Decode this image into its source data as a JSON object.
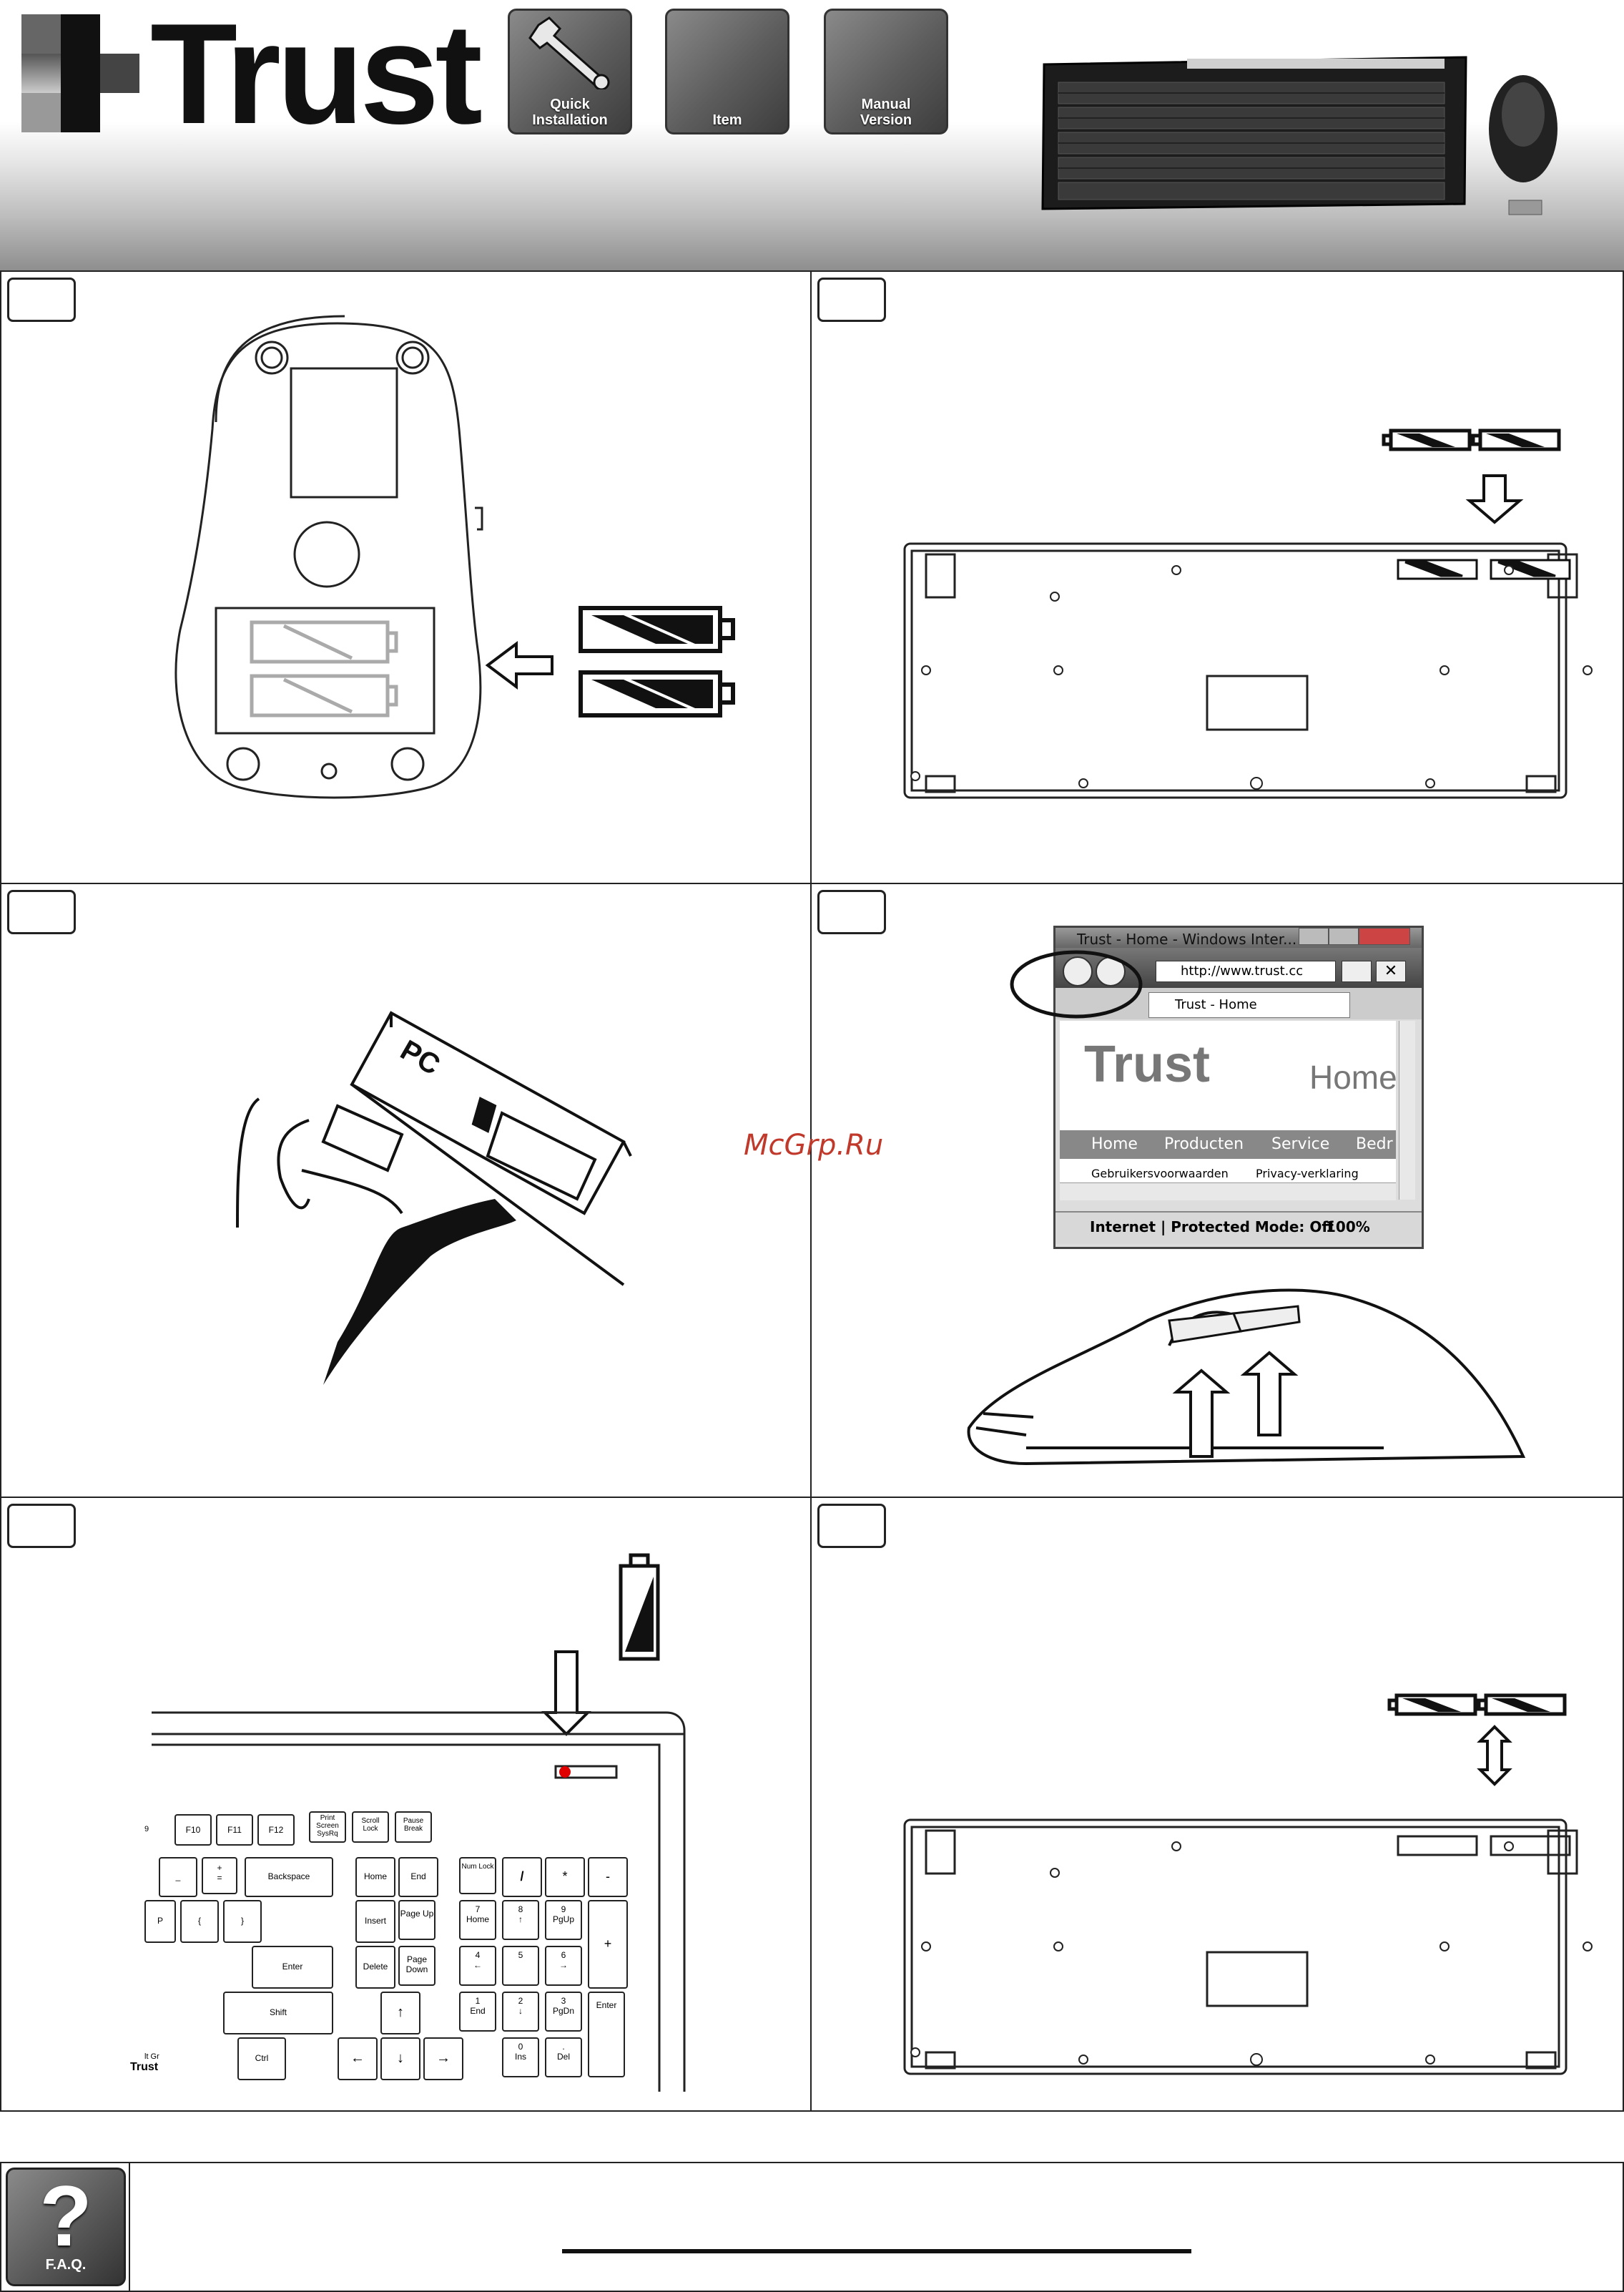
{
  "header": {
    "brand": "Trust",
    "buttons": [
      {
        "label_line1": "Quick",
        "label_line2": "Installation",
        "icon": "wrench-icon"
      },
      {
        "label_line1": "",
        "label_line2": "Item",
        "icon": "blank"
      },
      {
        "label_line1": "Manual",
        "label_line2": "Version",
        "icon": "blank"
      }
    ]
  },
  "panels": {
    "p3": {
      "pc_label": "PC"
    },
    "p4": {
      "window_title": "Trust - Home - Windows Inter...",
      "address": "http://www.trust.cc",
      "tab_title": "Trust - Home",
      "site_logo": "Trust",
      "site_heading": "Home",
      "nav": [
        "Home",
        "Producten",
        "Service",
        "Bedr"
      ],
      "links": [
        "Gebruikersvoorwaarden",
        "Privacy-verklaring"
      ],
      "status": "Internet | Protected Mode: Off",
      "zoom": "100%"
    },
    "p5": {
      "keys": {
        "f9": "9",
        "f10": "F10",
        "f11": "F11",
        "f12": "F12",
        "print": "Print Screen SysRq",
        "scroll": "Scroll Lock",
        "pause": "Pause Break",
        "home": "Home",
        "end": "End",
        "insert": "Insert",
        "pageup": "Page Up",
        "delete": "Delete",
        "pagedown": "Page Down",
        "backspace": "Backspace",
        "enter": "Enter",
        "shift": "Shift",
        "ctrl": "Ctrl",
        "altgr": "lt Gr",
        "numlock": "Num Lock",
        "div": "/",
        "mul": "*",
        "minus": "-",
        "plus": "+",
        "numenter": "Enter",
        "n7": "7",
        "n7b": "Home",
        "n8": "8",
        "n9": "9",
        "n9b": "PgUp",
        "n4": "4",
        "n5": "5",
        "n6": "6",
        "n1": "1",
        "n1b": "End",
        "n2": "2",
        "n3": "3",
        "n3b": "PgDn",
        "n0": "0",
        "n0b": "Ins",
        "ndot": ".",
        "ndotb": "Del",
        "p": "P",
        "brace_open": "{",
        "brace_close": "}",
        "minus_key": "_",
        "equals_top": "+",
        "equals_bottom": "="
      },
      "brand": "Trust"
    }
  },
  "watermark": "McGrp.Ru",
  "faq": {
    "label": "F.A.Q."
  },
  "colors": {
    "led": "#e00000",
    "watermark": "#c0392b"
  }
}
